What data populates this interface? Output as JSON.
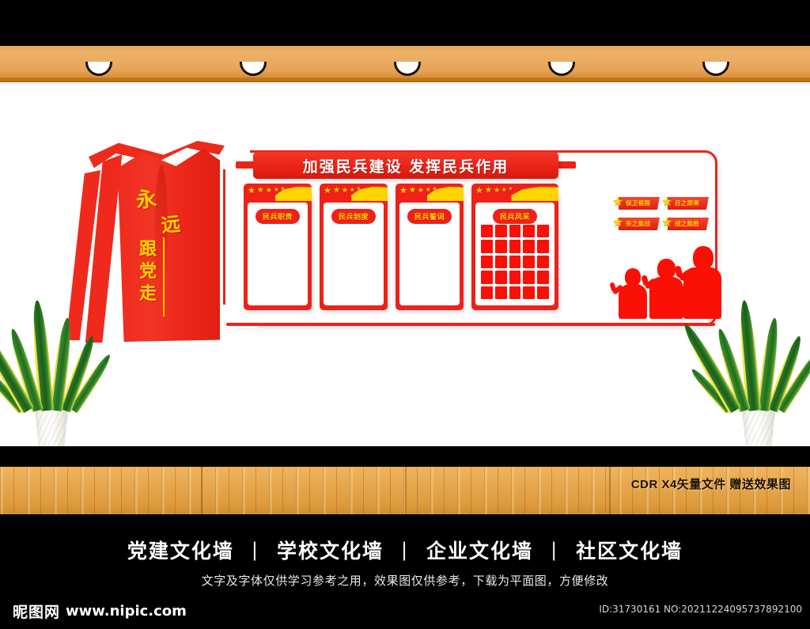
{
  "scene": {
    "downlight_count": 5,
    "floor_caption": "CDR X4矢量文件  赠送效果图",
    "plant_name": "snake-plant"
  },
  "wall_art": {
    "flag": {
      "chars": [
        "永",
        "远",
        "跟",
        "党",
        "走"
      ],
      "full_text": "永远跟党走",
      "color": "#ef2a1d",
      "text_color": "#ffd400"
    },
    "banner": {
      "text": "加强民兵建设  发挥民兵作用",
      "bg_color": "#ea2317",
      "text_color": "#ffffff"
    },
    "panels": [
      {
        "label": "民兵职责",
        "kind": "blank",
        "stars": 5
      },
      {
        "label": "民兵制度",
        "kind": "blank",
        "stars": 5
      },
      {
        "label": "民兵誓词",
        "kind": "blank",
        "stars": 5
      },
      {
        "label": "民兵风采",
        "kind": "photo-grid",
        "stars": 5,
        "grid_rows": 5,
        "grid_cols": 5
      }
    ],
    "badges": [
      {
        "text": "保卫祖国",
        "icon": "star-icon"
      },
      {
        "text": "召之即来",
        "icon": "star-icon"
      },
      {
        "text": "来之能战",
        "icon": "star-icon"
      },
      {
        "text": "战之能胜",
        "icon": "star-icon"
      }
    ],
    "silhouettes": {
      "count": 3,
      "description": "saluting-militia-figures",
      "color": "#fb1005"
    },
    "accent_red": "#ef2119",
    "accent_yellow": "#ffd400"
  },
  "footer": {
    "tags": [
      "党建文化墙",
      "学校文化墙",
      "企业文化墙",
      "社区文化墙"
    ],
    "separator": "|",
    "note": "文字及字体仅供学习参考之用，效果图仅供参考，下载为平面图，方便修改",
    "watermark_cn": "昵图网",
    "watermark_url": "www.nipic.com",
    "id_line": "ID:31730161 NO:20211224095737892100"
  }
}
